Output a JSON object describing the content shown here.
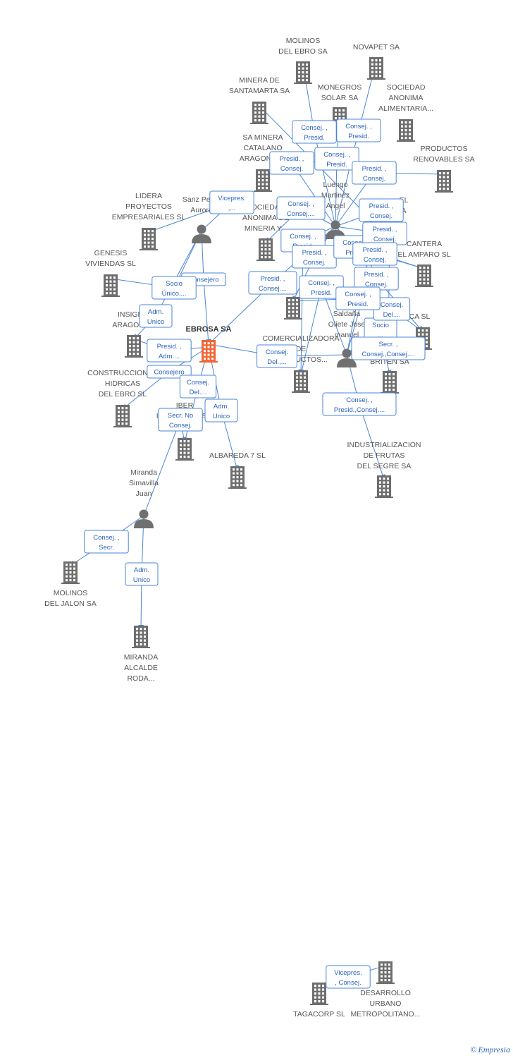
{
  "colors": {
    "company": "#6e6e6e",
    "main": "#f26531",
    "person": "#707070",
    "edge": "#4a86d8",
    "edge_text": "#2a62b8"
  },
  "nodes": [
    {
      "id": "ebrosa",
      "type": "main",
      "lines": [
        "EBROSA SA"
      ]
    },
    {
      "id": "molinos_ebro",
      "type": "company",
      "lines": [
        "MOLINOS",
        "DEL EBRO SA"
      ]
    },
    {
      "id": "novapet",
      "type": "company",
      "lines": [
        "NOVAPET SA"
      ]
    },
    {
      "id": "minera_santamarta",
      "type": "company",
      "lines": [
        "MINERA DE",
        "SANTAMARTA SA"
      ]
    },
    {
      "id": "monegros",
      "type": "company",
      "lines": [
        "MONEGROS",
        "SOLAR SA"
      ]
    },
    {
      "id": "soc_alimentaria",
      "type": "company",
      "lines": [
        "SOCIEDAD",
        "ANONIMA",
        "ALIMENTARIA..."
      ]
    },
    {
      "id": "sa_minera_catalano",
      "type": "company",
      "lines": [
        "SA MINERA",
        "CATALANO",
        "ARAGONESA"
      ]
    },
    {
      "id": "productos_renovables",
      "type": "company",
      "lines": [
        "PRODUCTOS",
        "RENOVABLES SA"
      ]
    },
    {
      "id": "soc_anonima_mineria",
      "type": "company",
      "lines": [
        "SOCIEDAD",
        "ANONIMA DE",
        "MINERIA Y..."
      ]
    },
    {
      "id": "lidera",
      "type": "company",
      "lines": [
        "LIDERA",
        "PROYECTOS",
        "EMPRESARIALES SL"
      ]
    },
    {
      "id": "genesis",
      "type": "company",
      "lines": [
        "GENESIS",
        "VIVIENDAS SL"
      ]
    },
    {
      "id": "insignia",
      "type": "company",
      "lines": [
        "INSIGNIA",
        "ARAGON SL"
      ]
    },
    {
      "id": "construcciones",
      "type": "company",
      "lines": [
        "CONSTRUCCIONES",
        "HIDRICAS",
        "DEL EBRO SL"
      ]
    },
    {
      "id": "iber",
      "type": "company",
      "lines": [
        "IBER",
        "INVERSIONES..."
      ]
    },
    {
      "id": "albareda",
      "type": "company",
      "lines": [
        "ALBAREDA 7 SL"
      ]
    },
    {
      "id": "comercializadora",
      "type": "company",
      "lines": [
        "COMERCIALIZADORA",
        "DE",
        "PRODUCTOS..."
      ]
    },
    {
      "id": "b_company",
      "type": "company",
      "lines": []
    },
    {
      "id": "e_right",
      "type": "company",
      "lines": [
        "EL",
        "A"
      ]
    },
    {
      "id": "cantera",
      "type": "company",
      "lines": [
        "CANTERA",
        "EL AMPARO SL"
      ]
    },
    {
      "id": "ica",
      "type": "company",
      "lines": [
        "ICA SL"
      ]
    },
    {
      "id": "briten",
      "type": "company",
      "lines": [
        "BRITEN SA"
      ]
    },
    {
      "id": "industrializacion",
      "type": "company",
      "lines": [
        "INDUSTRIALIZACION",
        "DE FRUTAS",
        "DEL SEGRE SA"
      ]
    },
    {
      "id": "molinos_jalon",
      "type": "company",
      "lines": [
        "MOLINOS",
        "DEL JALON SA"
      ]
    },
    {
      "id": "miranda_alcalde",
      "type": "company",
      "lines": [
        "MIRANDA",
        "ALCALDE",
        "RODA..."
      ]
    },
    {
      "id": "desarrollo",
      "type": "company",
      "lines": [
        "DESARROLLO",
        "URBANO",
        "METROPOLITANO..."
      ]
    },
    {
      "id": "tagacorp",
      "type": "company",
      "lines": [
        "TAGACORP SL"
      ]
    },
    {
      "id": "sanz",
      "type": "person",
      "lines": [
        "Sanz Perez",
        "Aurora"
      ]
    },
    {
      "id": "luengo",
      "type": "person",
      "lines": [
        "Luengo",
        "Martinez",
        "Angel"
      ]
    },
    {
      "id": "saldana",
      "type": "person",
      "lines": [
        "Saldaña",
        "Oliete Jose",
        "manuel"
      ]
    },
    {
      "id": "miranda_p",
      "type": "person",
      "lines": [
        "Miranda",
        "Simavilla",
        "Juan"
      ]
    }
  ],
  "edges": [
    {
      "from": "sanz",
      "to": "ebrosa",
      "lines": [
        "Consejero"
      ]
    },
    {
      "from": "sanz",
      "to": "lidera",
      "lines": [
        "Vicepres.",
        ",..."
      ]
    },
    {
      "from": "sanz",
      "to": "genesis",
      "lines": [
        "Socio",
        "Único,..."
      ]
    },
    {
      "from": "sanz",
      "to": "insignia",
      "lines": [
        "Adm.",
        "Unico"
      ]
    },
    {
      "from": "luengo",
      "to": "molinos_ebro",
      "lines": [
        "Consej. ,",
        "Presid."
      ]
    },
    {
      "from": "luengo",
      "to": "novapet",
      "lines": [
        "Consej. ,",
        "Presid."
      ]
    },
    {
      "from": "luengo",
      "to": "monegros",
      "lines": [
        "Consej. ,",
        "Presid."
      ]
    },
    {
      "from": "luengo",
      "to": "sa_minera_catalano",
      "lines": [
        "Presid. ,",
        "Consej."
      ]
    },
    {
      "from": "luengo",
      "to": "productos_renovables",
      "lines": [
        "Presid. ,",
        "Consej."
      ]
    },
    {
      "from": "luengo",
      "to": "soc_anonima_mineria",
      "lines": [
        "Consej. ,",
        "Consej...."
      ]
    },
    {
      "from": "luengo",
      "to": "e_right",
      "lines": [
        "Presid. ,",
        "Consej."
      ]
    },
    {
      "from": "luengo",
      "to": "ebrosa",
      "lines": [
        "Presid. ,",
        "Consej...."
      ]
    },
    {
      "from": "luengo",
      "to": "comercializadora",
      "lines": [
        "Consej. ,",
        "Presid."
      ]
    },
    {
      "from": "luengo",
      "to": "b_company",
      "lines": [
        "Presid. ,",
        "Consej."
      ]
    },
    {
      "from": "luengo",
      "to": "cantera",
      "lines": [
        "Consej. ,",
        "Presid."
      ]
    },
    {
      "from": "luengo",
      "to": "ica",
      "lines": [
        "Presid. ,",
        "Consej."
      ]
    },
    {
      "from": "luengo",
      "to": "minera_santamarta",
      "lines": [
        "Presid. ,",
        "Consej."
      ]
    },
    {
      "from": "saldana",
      "to": "ebrosa",
      "lines": [
        "Consej.",
        "Del.,..."
      ]
    },
    {
      "from": "saldana",
      "to": "comercializadora",
      "lines": [
        "Consej. ,",
        "Presid."
      ]
    },
    {
      "from": "saldana",
      "to": "briten",
      "lines": [
        "Socio",
        "..."
      ]
    },
    {
      "from": "saldana",
      "to": "ica",
      "lines": [
        "Consej.",
        "Del...."
      ]
    },
    {
      "from": "saldana",
      "to": "cantera",
      "lines": [
        "Presid. ,",
        "Consej."
      ]
    },
    {
      "from": "saldana",
      "to": "b_company",
      "lines": [
        "Consej. ,",
        "Presid."
      ]
    },
    {
      "from": "saldana",
      "to": "industrializacion",
      "lines": [
        "Consej. ,",
        "Presid.,Consej...."
      ]
    },
    {
      "from": "saldana",
      "to": "e_right",
      "lines": [
        "Secr. ,",
        "Consej.,Consej...."
      ]
    },
    {
      "from": "ebrosa",
      "to": "construcciones",
      "lines": [
        "Consejero"
      ]
    },
    {
      "from": "ebrosa",
      "to": "iber",
      "lines": [
        "Consej.",
        "Del...."
      ]
    },
    {
      "from": "ebrosa",
      "to": "albareda",
      "lines": [
        "Adm.",
        "Unico"
      ]
    },
    {
      "from": "ebrosa",
      "to": "insignia",
      "lines": [
        "Presid. ,",
        "Adm...."
      ]
    },
    {
      "from": "miranda_p",
      "to": "iber",
      "lines": [
        "Secr.  No",
        "Consej."
      ]
    },
    {
      "from": "miranda_p",
      "to": "molinos_jalon",
      "lines": [
        "Consej. ,",
        "Secr."
      ]
    },
    {
      "from": "miranda_p",
      "to": "miranda_alcalde",
      "lines": [
        "Adm.",
        "Unico"
      ]
    },
    {
      "from": "tagacorp",
      "to": "desarrollo",
      "lines": [
        "Vicepres.",
        ", Consej."
      ]
    }
  ],
  "brand": {
    "symbol": "©",
    "name": "Empresia"
  }
}
